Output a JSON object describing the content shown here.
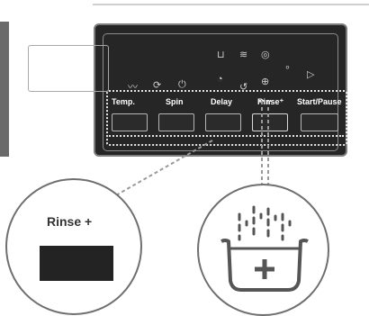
{
  "control_panel": {
    "buttons": [
      {
        "label": "Temp."
      },
      {
        "label": "Spin"
      },
      {
        "label": "Delay"
      },
      {
        "label": "Rinse⁺"
      },
      {
        "label": "Start/Pause"
      }
    ]
  },
  "callout_button": {
    "label": "Rinse +"
  },
  "colors": {
    "panel": "#262626",
    "panel_border": "#7d7d7d",
    "callout_circle": "#6f6f6f",
    "dots": "#9a9a9a"
  },
  "icons": [
    "wash-icon",
    "rinse-icon",
    "spin-icon",
    "timer-icon",
    "cycle-icon",
    "rinse-plus-icon",
    "play-pause-icon"
  ]
}
